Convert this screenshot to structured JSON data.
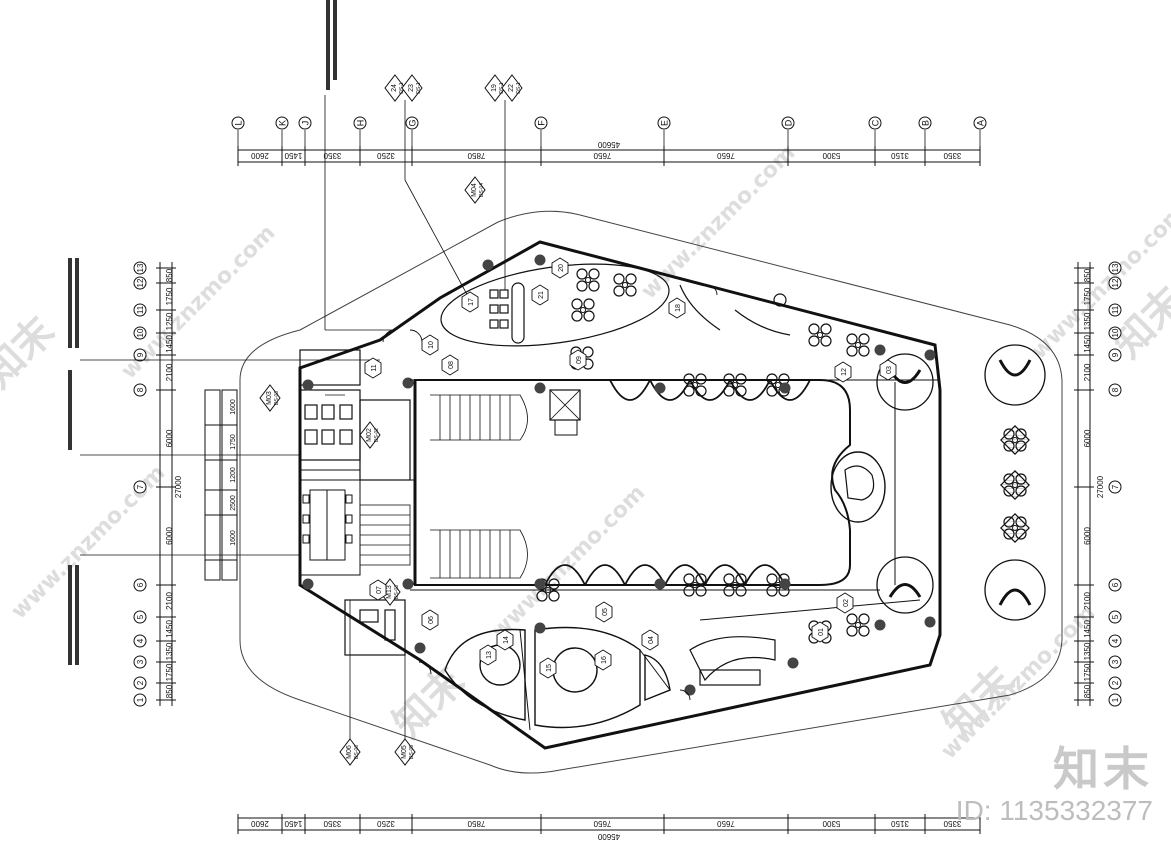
{
  "grid": {
    "letters": [
      "L",
      "K",
      "J",
      "H",
      "G",
      "F",
      "E",
      "D",
      "C",
      "B",
      "A"
    ],
    "top_dims": [
      "2600",
      "1450",
      "3350",
      "3250",
      "7850",
      "7650",
      "7650",
      "5300",
      "3150",
      "3350"
    ],
    "top_total": "45600",
    "bottom_dims": [
      "2600",
      "1450",
      "3350",
      "3250",
      "7850",
      "7650",
      "7650",
      "5300",
      "3150",
      "3350"
    ],
    "bottom_total": "45600",
    "numbers_left": [
      "⑬",
      "⑫",
      "⑪",
      "⑩",
      "⑨",
      "⑧",
      "⑦",
      "⑥",
      "⑤",
      "④",
      "③",
      "②",
      "①"
    ],
    "left_dims": [
      "850",
      "1750",
      "1250",
      "1450",
      "2100",
      "6000",
      "6000",
      "2100",
      "1450",
      "1350",
      "1750",
      "850"
    ],
    "left_total": "27000",
    "numbers_right": [
      "⑬",
      "⑫",
      "⑪",
      "⑩",
      "⑨",
      "⑧",
      "⑦",
      "⑥",
      "⑤",
      "④",
      "③",
      "②",
      "①"
    ],
    "right_dims": [
      "850",
      "1750",
      "1350",
      "1450",
      "2100",
      "6000",
      "6000",
      "2100",
      "1450",
      "1350",
      "1750",
      "850"
    ],
    "right_total": "27000",
    "side_dims": [
      "1600",
      "1750",
      "1200",
      "2500",
      "1600"
    ]
  },
  "tags": [
    {
      "num": "24",
      "sub": "DS-1"
    },
    {
      "num": "23",
      "sub": "DS-1"
    },
    {
      "num": "19",
      "sub": "DS-1"
    },
    {
      "num": "22",
      "sub": "DS-1"
    },
    {
      "num": "M04",
      "sub": "DS-04"
    },
    {
      "num": "M03",
      "sub": "DS-03"
    },
    {
      "num": "M02",
      "sub": "DS-02"
    },
    {
      "num": "M13",
      "sub": "DS-03"
    },
    {
      "num": "M06",
      "sub": "DS-06"
    },
    {
      "num": "M05",
      "sub": "DS-05"
    }
  ],
  "room_tags": [
    "20",
    "21",
    "18",
    "17",
    "10",
    "11",
    "09",
    "08",
    "12",
    "03",
    "02",
    "01",
    "04",
    "05",
    "06",
    "07",
    "13",
    "15",
    "16",
    "14"
  ],
  "watermark": {
    "site": "www.znzmo.com",
    "logo": "知末",
    "id_label": "ID: 1135332377"
  }
}
